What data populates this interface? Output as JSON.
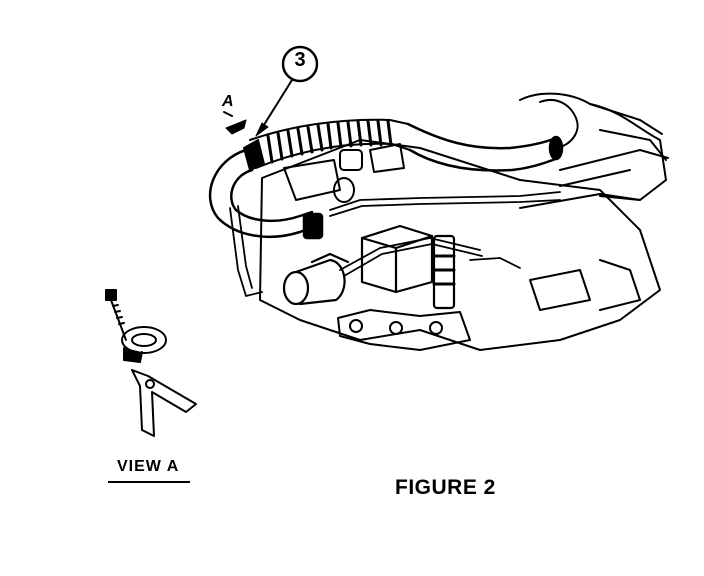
{
  "callout": {
    "number": "3"
  },
  "view_arrow": {
    "letter": "A"
  },
  "view_label": "VIEW A",
  "figure_label": "FIGURE 2",
  "colors": {
    "ink": "#000000",
    "paper": "#ffffff"
  }
}
